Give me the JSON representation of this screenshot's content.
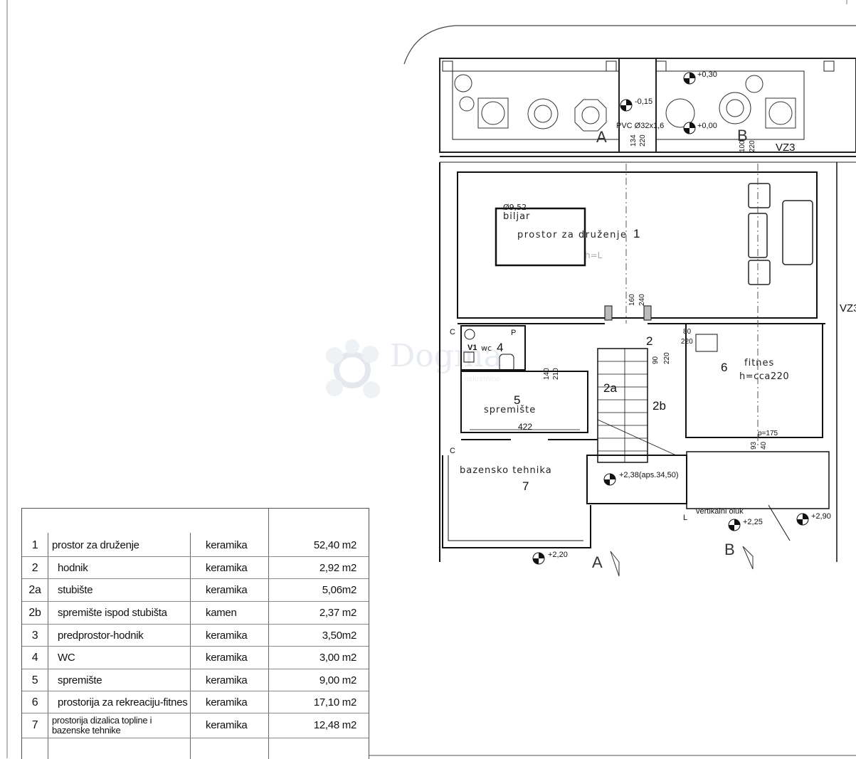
{
  "plan": {
    "rooms": {
      "r1_name": "prostor za druženje",
      "r1_num": "1",
      "billiard_dim": "Ø9,52",
      "billiard_label": "biljar",
      "billiard_note": "h=L",
      "r2_num": "2",
      "r2a_num": "2a",
      "r2b_num": "2b",
      "r4_num": "4",
      "r4_name": "wc",
      "r5_num": "5",
      "r5_name": "spremište",
      "r5_dim": "422",
      "r6_num": "6",
      "r6_name": "fitnes",
      "r6_height": "h=cca220",
      "r7_num": "7",
      "r7_name": "bazensko tehnika"
    },
    "labels": {
      "vz3_top": "VZ3",
      "vz3_side": "VZ3",
      "pvc": "PVC Ø32x1,6",
      "vertical_drain": "vertikalni oluk",
      "v1": "V1",
      "p_mark": "P",
      "c_mark_1": "C",
      "c_mark_2": "C",
      "l_mark": "L",
      "section_a_top": "A",
      "section_b_top": "B",
      "section_a_bottom": "A",
      "section_b_bottom": "B"
    },
    "levels": {
      "l1": "+0,30",
      "l2": "-0,15",
      "l3": "+0,00",
      "l4": "+2,38(aps.34,50)",
      "l5": "+2,20",
      "l6": "+2,25",
      "l7": "+2,90"
    },
    "dims": {
      "d134": "134",
      "d220a": "220",
      "d100": "100",
      "d220b": "220",
      "d160": "160",
      "d240": "240",
      "d80": "80",
      "d220c": "220",
      "d90": "90",
      "d220d": "220",
      "d1_40": "140",
      "d210": "210",
      "d93": "93",
      "d40": "40",
      "p175": "p=175"
    },
    "watermark": {
      "brand": "Dogma",
      "sub": "nekretnine"
    }
  },
  "schedule": {
    "rows": [
      {
        "num": "1",
        "name": "prostor za druženje",
        "material": "keramika",
        "area": "52,40 m2"
      },
      {
        "num": "2",
        "name": "hodnik",
        "material": "keramika",
        "area": "2,92 m2"
      },
      {
        "num": "2a",
        "name": "stubište",
        "material": "keramika",
        "area": "5,06m2"
      },
      {
        "num": "2b",
        "name": "spremište ispod stubišta",
        "material": "kamen",
        "area": "2,37 m2"
      },
      {
        "num": "3",
        "name": "predprostor-hodnik",
        "material": "keramika",
        "area": "3,50m2"
      },
      {
        "num": "4",
        "name": "WC",
        "material": "keramika",
        "area": "3,00 m2"
      },
      {
        "num": "5",
        "name": "spremište",
        "material": "keramika",
        "area": "9,00 m2"
      },
      {
        "num": "6",
        "name": "prostorija za rekreaciju-fitnes",
        "material": "keramika",
        "area": "17,10 m2"
      },
      {
        "num": "7",
        "name_line1": "prostorija dizalica topline i",
        "name_line2": "bazenske tehnike",
        "material": "keramika",
        "area": "12,48 m2"
      }
    ]
  }
}
